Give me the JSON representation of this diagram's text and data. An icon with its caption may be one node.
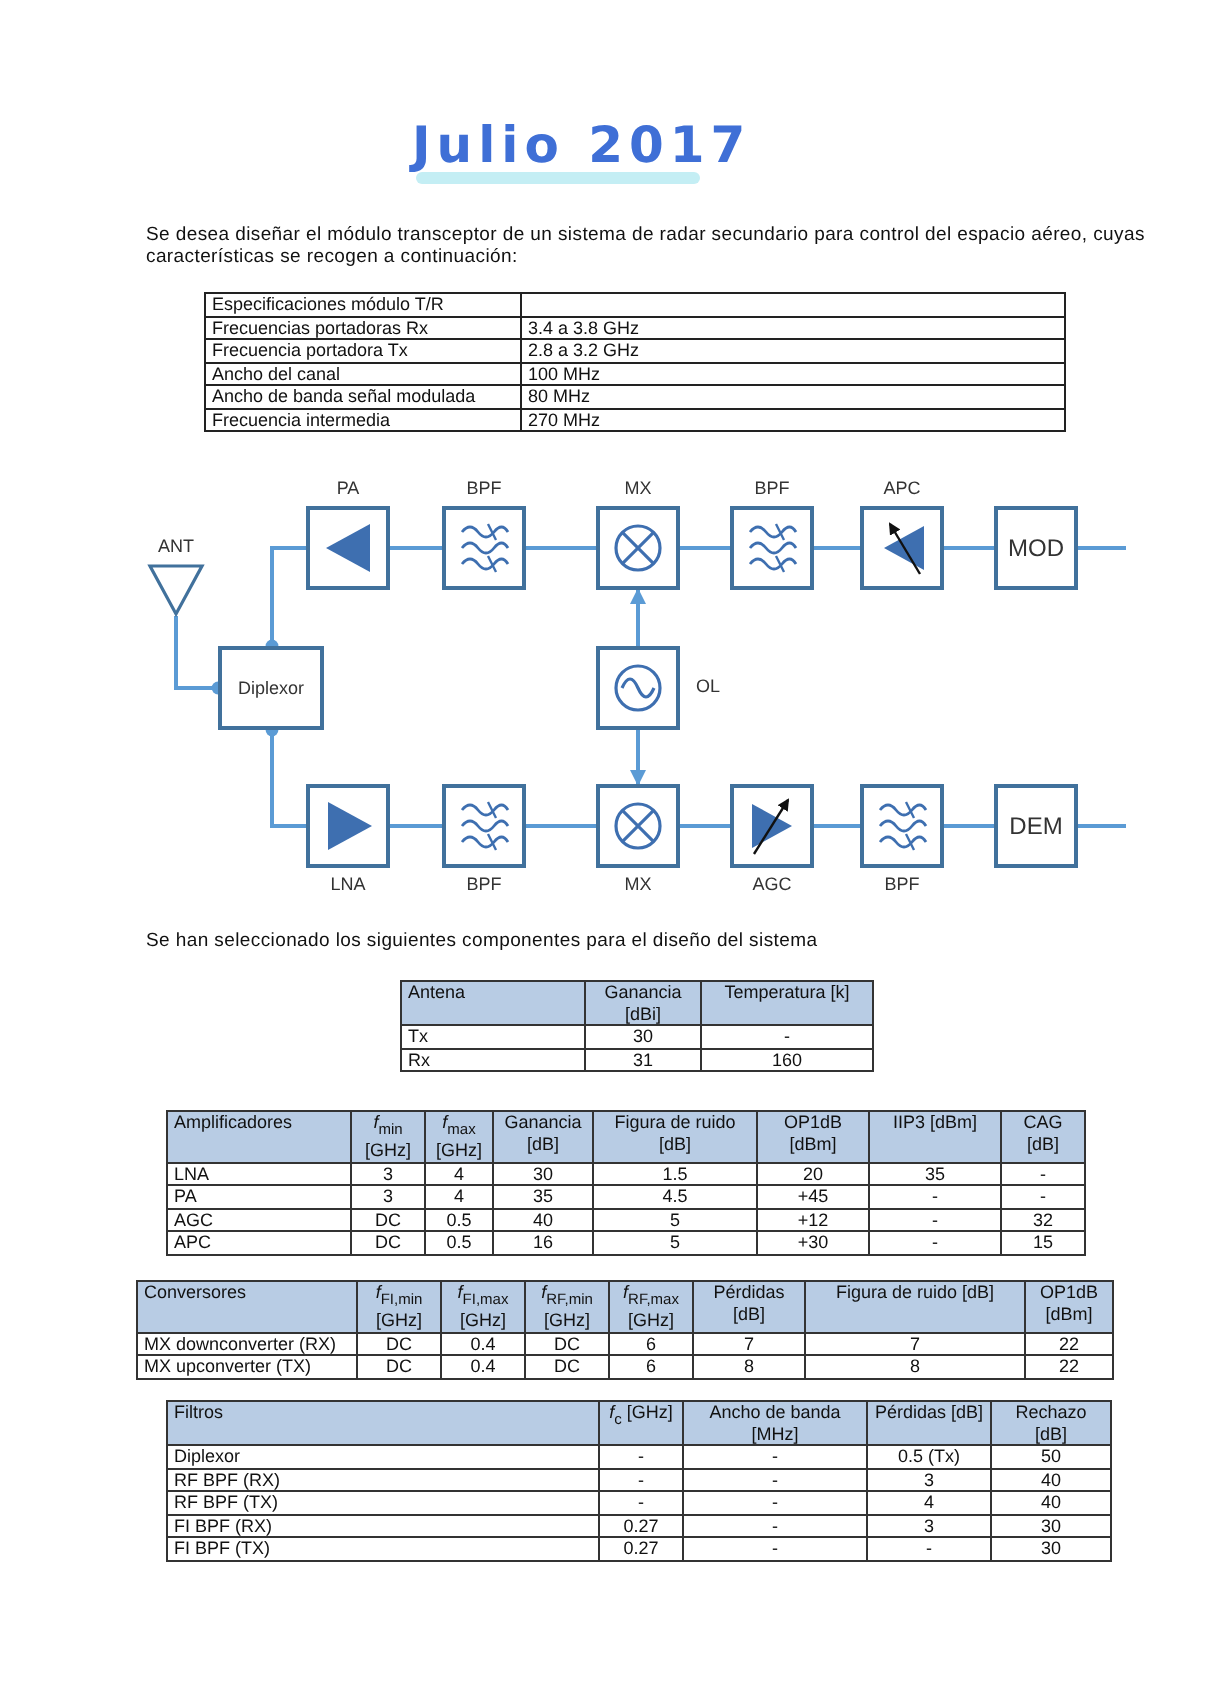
{
  "diagram": {
    "title": "Julio 2017",
    "nodes": [
      {
        "text": [
          "ANT"
        ]
      },
      {
        "text": [
          "Diplexor"
        ]
      },
      {
        "text": [
          "PA"
        ]
      },
      {
        "text": [
          "BPF"
        ]
      },
      {
        "text": [
          "MX"
        ]
      },
      {
        "text": [
          "BPF"
        ]
      },
      {
        "text": [
          "APC"
        ]
      },
      {
        "text": [
          "MOD"
        ]
      },
      {
        "text": [
          "OL"
        ]
      },
      {
        "text": [
          "LNA"
        ]
      },
      {
        "text": [
          "BPF"
        ]
      },
      {
        "text": [
          "MX"
        ]
      },
      {
        "text": [
          "AGC"
        ]
      },
      {
        "text": [
          "BPF"
        ]
      },
      {
        "text": [
          "DEM"
        ]
      }
    ],
    "edges": [
      {
        "from": 0,
        "to": 1,
        "arrow": "other"
      },
      {
        "from": 2,
        "to": 1,
        "arrow": "other"
      },
      {
        "from": 2,
        "to": 3,
        "arrow": "none"
      },
      {
        "from": 3,
        "to": 4,
        "arrow": "none"
      },
      {
        "from": 4,
        "to": 5,
        "arrow": "none"
      },
      {
        "from": 5,
        "to": 6,
        "arrow": "none"
      },
      {
        "from": 6,
        "to": 7,
        "arrow": "none"
      },
      {
        "from": 7,
        "to": null,
        "arrow": "none"
      },
      {
        "from": 8,
        "to": 4,
        "arrow": "to"
      },
      {
        "from": 8,
        "to": 11,
        "arrow": "to"
      },
      {
        "from": 9,
        "to": 1,
        "arrow": "other"
      },
      {
        "from": 9,
        "to": 10,
        "arrow": "none"
      },
      {
        "from": 10,
        "to": 11,
        "arrow": "none"
      },
      {
        "from": 11,
        "to": 12,
        "arrow": "none"
      },
      {
        "from": 12,
        "to": 13,
        "arrow": "none"
      },
      {
        "from": 13,
        "to": 14,
        "arrow": "none"
      },
      {
        "from": 14,
        "to": null,
        "arrow": "none"
      }
    ],
    "labels": [
      "Se desea diseñar el módulo transceptor de un sistema de radar secundario para control del espacio aéreo, cuyas características se recogen a continuación:",
      "Especificaciones módulo T/R",
      "Frecuencias portadoras Rx",
      "3.4 a 3.8 GHz",
      "Frecuencia portadora Tx",
      "2.8 a 3.2 GHz",
      "Ancho del canal",
      "100 MHz",
      "Ancho de banda señal modulada",
      "80 MHz",
      "Frecuencia intermedia",
      "270 MHz",
      "Se han seleccionado los siguientes componentes para el diseño del sistema",
      "Antena",
      "Ganancia [dBi]",
      "Temperatura [k]",
      "Tx",
      "30",
      "-",
      "Rx",
      "31",
      "160",
      "Amplificadores",
      "*f*$_{min}$ [GHz]",
      "*f*$_{max}$ [GHz]",
      "Ganancia [dB]",
      "Figura de ruido [dB]",
      "OP1dB [dBm]",
      "IIP3 [dBm]",
      "CAG [dB]",
      "LNA",
      "3",
      "4",
      "30",
      "1.5",
      "20",
      "35",
      "-",
      "PA",
      "3",
      "4",
      "35",
      "4.5",
      "+45",
      "-",
      "-",
      "AGC",
      "DC",
      "0.5",
      "40",
      "5",
      "+12",
      "-",
      "32",
      "APC",
      "DC",
      "0.5",
      "16",
      "5",
      "+30",
      "-",
      "15",
      "Conversores",
      "*f*$_{FI,min}$ [GHz]",
      "*f*$_{FI,max}$ [GHz]",
      "*f*$_{RF,min}$ [GHz]",
      "*f*$_{RF,max}$ [GHz]",
      "Pérdidas [dB]",
      "Figura de ruido [dB]",
      "OP1dB [dBm]",
      "MX downconverter (RX)",
      "DC",
      "0.4",
      "DC",
      "6",
      "7",
      "7",
      "22",
      "MX upconverter (TX)",
      "DC",
      "0.4",
      "DC",
      "6",
      "8",
      "8",
      "22",
      "Filtros",
      "*f*$_{c}$ [GHz]",
      "Ancho de banda [MHz]",
      "Pérdidas [dB]",
      "Rechazo [dB]",
      "Diplexor",
      "-",
      "-",
      "0.5 (Tx)",
      "50",
      "RF BPF (RX)",
      "-",
      "-",
      "3",
      "40",
      "RF BPF (TX)",
      "-",
      "-",
      "4",
      "40",
      "FI BPF (RX)",
      "0.27",
      "-",
      "3",
      "30",
      "FI BPF (TX)",
      "0.27",
      "-",
      "-",
      "30"
    ]
  }
}
